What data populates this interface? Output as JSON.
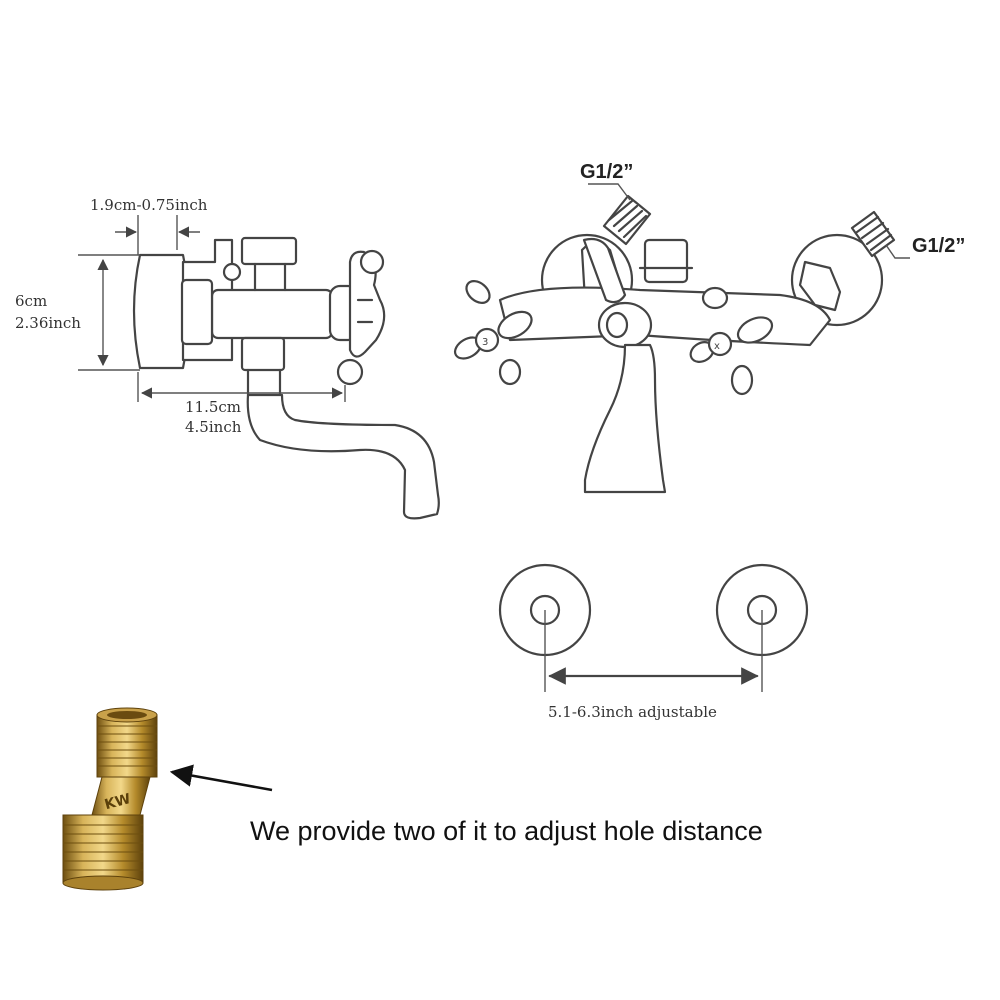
{
  "side_view": {
    "offset_label": "1.9cm-0.75inch",
    "height_cm": "6cm",
    "height_inch": "2.36inch",
    "length_cm": "11.5cm",
    "length_inch": "4.5inch"
  },
  "front_view": {
    "thread_left": "G1/2”",
    "thread_right": "G1/2”"
  },
  "hole_view": {
    "spacing_label": "5.1-6.3inch adjustable"
  },
  "adapter": {
    "caption": "We  provide two of it to adjust hole distance",
    "stamp_text": "KW"
  },
  "colors": {
    "line": "#444444",
    "brass": "#b8902e",
    "brass_dark": "#7a5a14",
    "caption_text": "#111111"
  }
}
